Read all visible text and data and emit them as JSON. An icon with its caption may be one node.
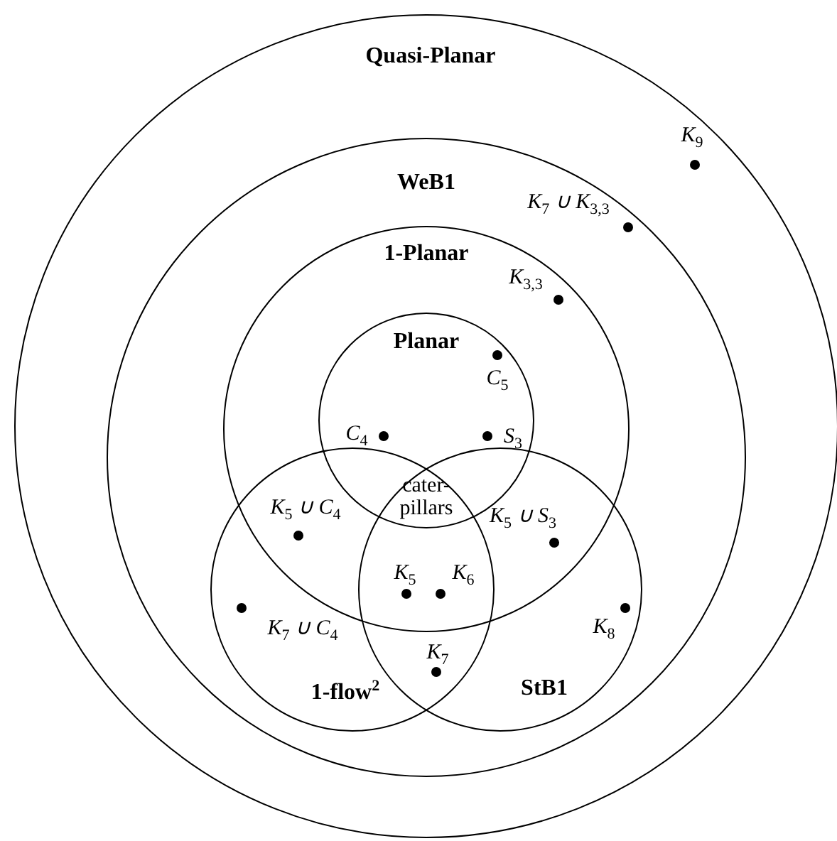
{
  "diagram": {
    "nodes": [
      {
        "text": [
          "Quasi-Planar"
        ]
      },
      {
        "text": [
          "WeB1"
        ],
        "in": 0
      },
      {
        "text": [
          "1-Planar"
        ],
        "in": 1
      },
      {
        "text": [
          "Planar"
        ],
        "in": 2
      },
      {
        "text": [
          "1-flow$^{2}$"
        ],
        "in": 1
      },
      {
        "text": [
          "StB1"
        ],
        "in": 1
      }
    ],
    "labels": [
      "K$_{9}$",
      "K$_{7}$ ∪ K$_{3,3}$",
      "K$_{3,3}$",
      "C$_{5}$",
      "C$_{4}$",
      "S$_{3}$",
      "cater- pillars",
      "K$_{5}$ ∪ C$_{4}$",
      "K$_{5}$ ∪ S$_{3}$",
      "K$_{5}$",
      "K$_{6}$",
      "K$_{7}$ ∪ C$_{4}$",
      "K$_{8}$",
      "K$_{7}$"
    ]
  }
}
